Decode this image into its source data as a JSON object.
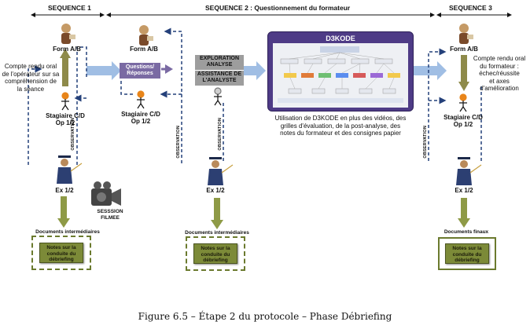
{
  "sequences": {
    "seq1": "SEQUENCE 1",
    "seq2": "SEQUENCE 2 : Questionnement du formateur",
    "seq3": "SEQUENCE 3"
  },
  "actors": {
    "form_ab_1": "Form A/B",
    "form_ab_2": "Form A/B",
    "form_ab_3": "Form A/B",
    "stagiaire_1": "Stagiaire C/D\nOp 1/2",
    "stagiaire_2": "Stagiaire C/D\nOp 1/2",
    "stagiaire_3": "Stagiaire C/D\nOp 1/2",
    "ex_1": "Ex 1/2",
    "ex_2": "Ex 1/2",
    "ex_3": "Ex 1/2"
  },
  "texts": {
    "compte_rendu_1": "Compte rendu oral\nde l'opérateur sur sa\ncompréhension de\nla séance",
    "compte_rendu_3": "Compte rendu oral\ndu formateur :\néchec/réussite\net axes\nd'amélioration",
    "questions": "Questions/\nRéponses",
    "exploration": "EXPLORATION\nANALYSE",
    "assistance": "ASSISTANCE DE\nL'ANALYSTE",
    "d3kode_title": "D3KODE",
    "d3kode_desc": "Utilisation de D3KODE en plus des vidéos, des\ngrilles d'évaluation, de la post-analyse, des\nnotes du formateur et des consignes papier",
    "session_filmee": "SESSSION\nFILMEE",
    "observation": "OBSERVATION"
  },
  "documents": {
    "label_intermediaires_1": "Documents intermédiaires",
    "label_intermediaires_2": "Documents intermédiaires",
    "label_finaux": "Documents finaux",
    "note_1": "Notes sur la\nconduite du\ndébriefing",
    "note_2": "Notes sur la\nconduite du\ndébriefing",
    "note_3": "Notes sur la\nconduite du\ndébriefing"
  },
  "caption": "Figure 6.5 – Étape 2 du protocole – Phase Débriefing",
  "colors": {
    "purple": "#4e3b86",
    "arrow_blue": "#8fb3df",
    "dashed_navy": "#24407a",
    "olive": "#7c8a38",
    "orange": "#e8851a"
  }
}
